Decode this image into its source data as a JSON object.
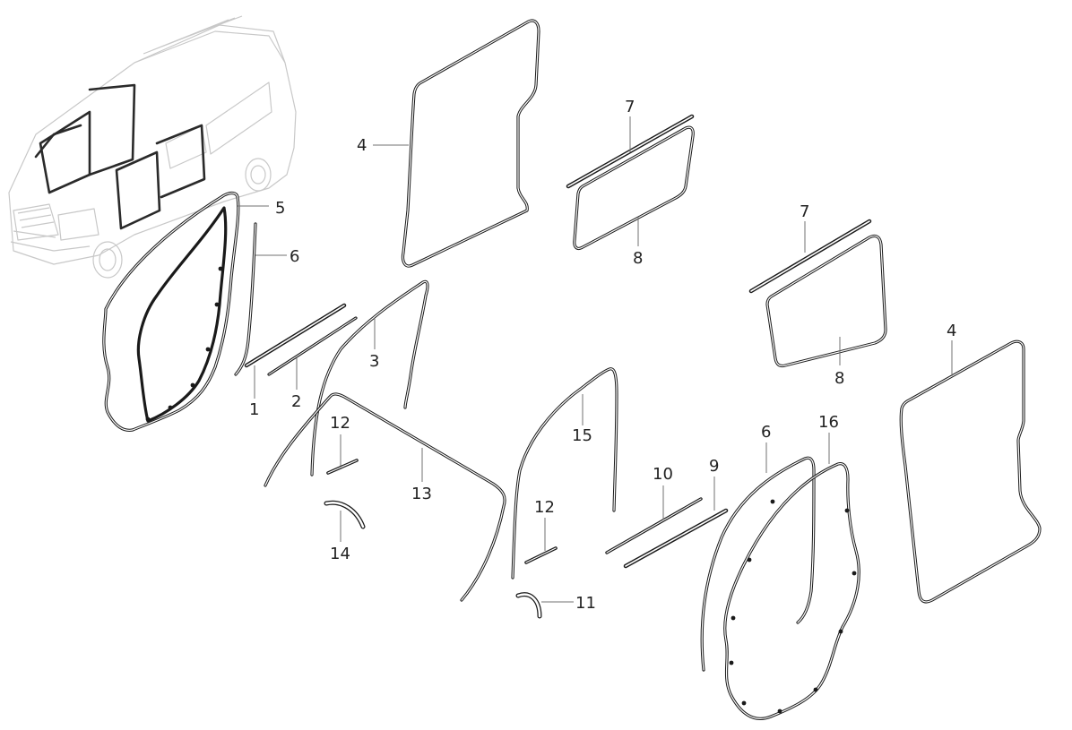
{
  "callouts": {
    "c1": "1",
    "c2": "2",
    "c3": "3",
    "c4a": "4",
    "c4b": "4",
    "c5": "5",
    "c6a": "6",
    "c6b": "6",
    "c7a": "7",
    "c7b": "7",
    "c8a": "8",
    "c8b": "8",
    "c9": "9",
    "c10": "10",
    "c11": "11",
    "c12a": "12",
    "c12b": "12",
    "c13": "13",
    "c14": "14",
    "c15": "15",
    "c16": "16"
  },
  "colors": {
    "part_stroke": "#1a1a1a",
    "van_outline": "#c8c8c8",
    "leader_line": "#707070",
    "background": "#ffffff"
  }
}
